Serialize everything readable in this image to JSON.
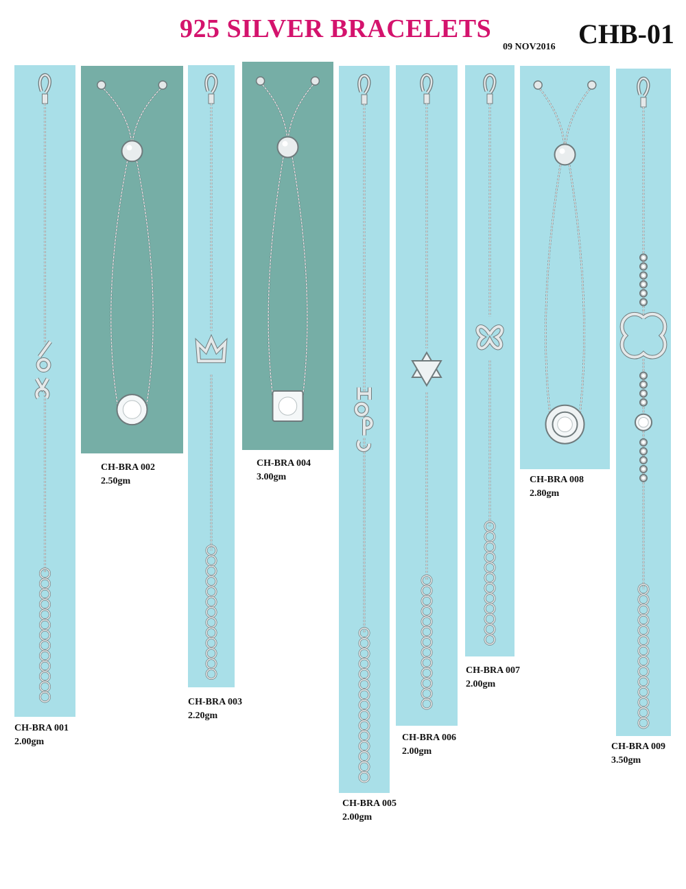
{
  "header": {
    "title": "925 SILVER BRACELETS",
    "date": "09 NOV2016",
    "catalog_code": "CHB-01",
    "title_color": "#d4136d"
  },
  "colors": {
    "light_backdrop": "#a9dfe8",
    "dark_backdrop": "#76aea6",
    "silver": "#d9dedf"
  },
  "products": [
    {
      "code": "CH-BRA 001",
      "weight": "2.00gm",
      "charm": "love-script-charm"
    },
    {
      "code": "CH-BRA 002",
      "weight": "2.50gm",
      "charm": "round-stone-slider"
    },
    {
      "code": "CH-BRA 003",
      "weight": "2.20gm",
      "charm": "crown-charm"
    },
    {
      "code": "CH-BRA 004",
      "weight": "3.00gm",
      "charm": "square-stone-slider"
    },
    {
      "code": "CH-BRA 005",
      "weight": "2.00gm",
      "charm": "hope-letters-charm"
    },
    {
      "code": "CH-BRA 006",
      "weight": "2.00gm",
      "charm": "star-of-david-charm"
    },
    {
      "code": "CH-BRA 007",
      "weight": "2.00gm",
      "charm": "butterfly-charm"
    },
    {
      "code": "CH-BRA 008",
      "weight": "2.80gm",
      "charm": "halo-stone-slider"
    },
    {
      "code": "CH-BRA 009",
      "weight": "3.50gm",
      "charm": "clover-tennis-charm"
    }
  ]
}
